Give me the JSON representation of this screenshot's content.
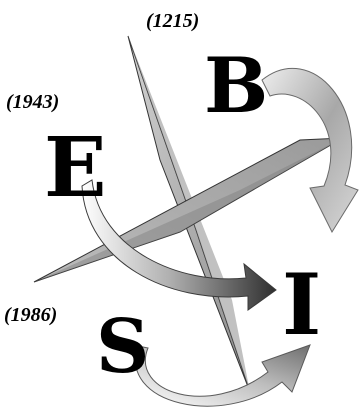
{
  "letters": {
    "b": "B",
    "e": "E",
    "i": "I",
    "s": "S"
  },
  "years": {
    "b_year": "(1215)",
    "e_year": "(1943)",
    "s_year": "(1986)"
  },
  "colors": {
    "letter": "#000000",
    "needle_light": "#c8c8c8",
    "needle_dark": "#8a8a8a",
    "needle_outline": "#333333",
    "arrow_light": "#f4f4f4",
    "arrow_mid": "#a9a9a9",
    "arrow_dark": "#3c3c3c"
  }
}
